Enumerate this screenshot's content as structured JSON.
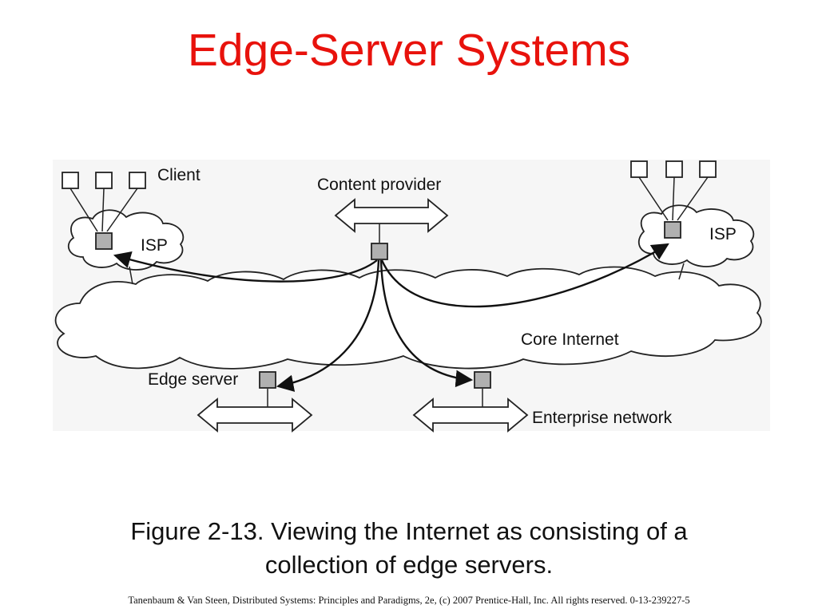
{
  "slide": {
    "title": "Edge-Server Systems",
    "caption_line1": "Figure 2-13. Viewing the Internet as consisting of a",
    "caption_line2": "collection of edge servers.",
    "footer": "Tanenbaum & Van Steen, Distributed Systems: Principles and Paradigms, 2e, (c) 2007 Prentice-Hall, Inc. All rights reserved. 0-13-239227-5"
  },
  "diagram": {
    "labels": {
      "client": "Client",
      "isp_left": "ISP",
      "isp_right": "ISP",
      "content_provider": "Content provider",
      "core_internet": "Core Internet",
      "edge_server": "Edge server",
      "enterprise_network": "Enterprise network"
    }
  },
  "colors": {
    "title": "#e8120c",
    "server_node": "#b0b0b0",
    "panel_background": "#f6f6f6"
  }
}
